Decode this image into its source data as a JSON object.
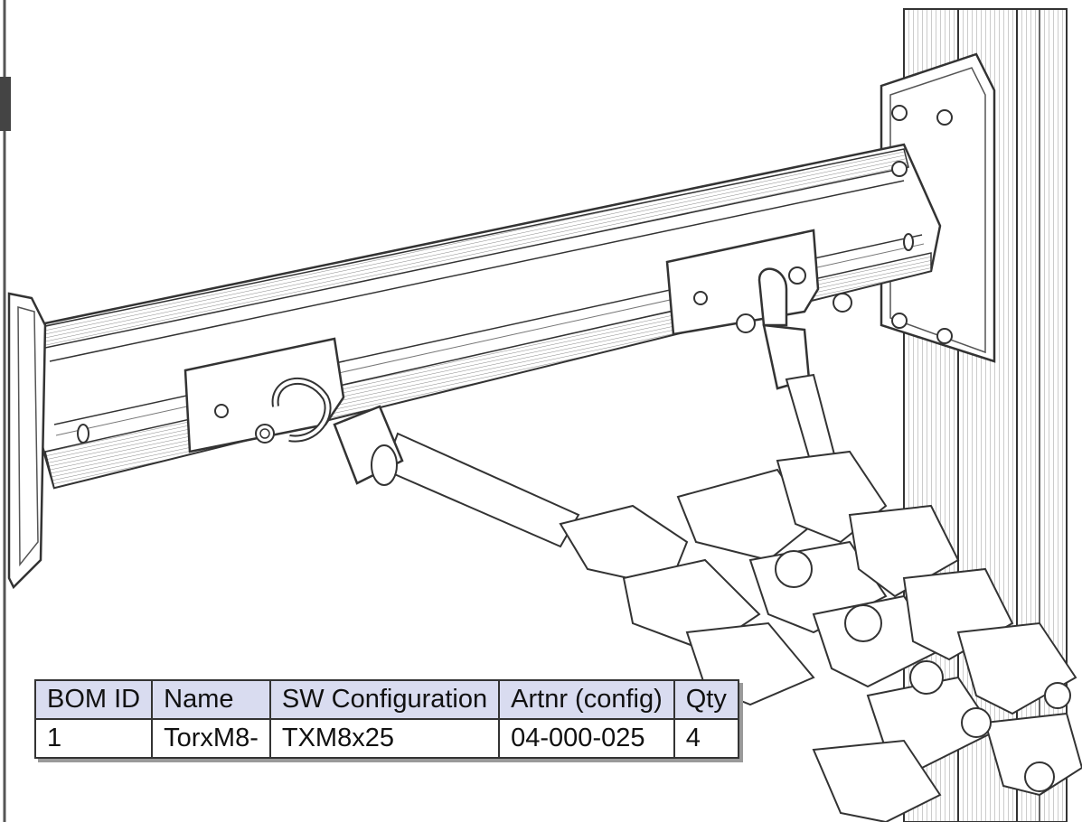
{
  "bom_table": {
    "headers": [
      "BOM ID",
      "Name",
      "SW Configuration",
      "Artnr (config)",
      "Qty"
    ],
    "rows": [
      [
        "1",
        "TorxM8-",
        "TXM8x25",
        "04-000-025",
        "4"
      ]
    ],
    "header_color": "#d9dcf0"
  },
  "drawing": {
    "line_color": "#333333",
    "fill_color": "#ffffff",
    "shade_color": "#dcdcdc"
  }
}
